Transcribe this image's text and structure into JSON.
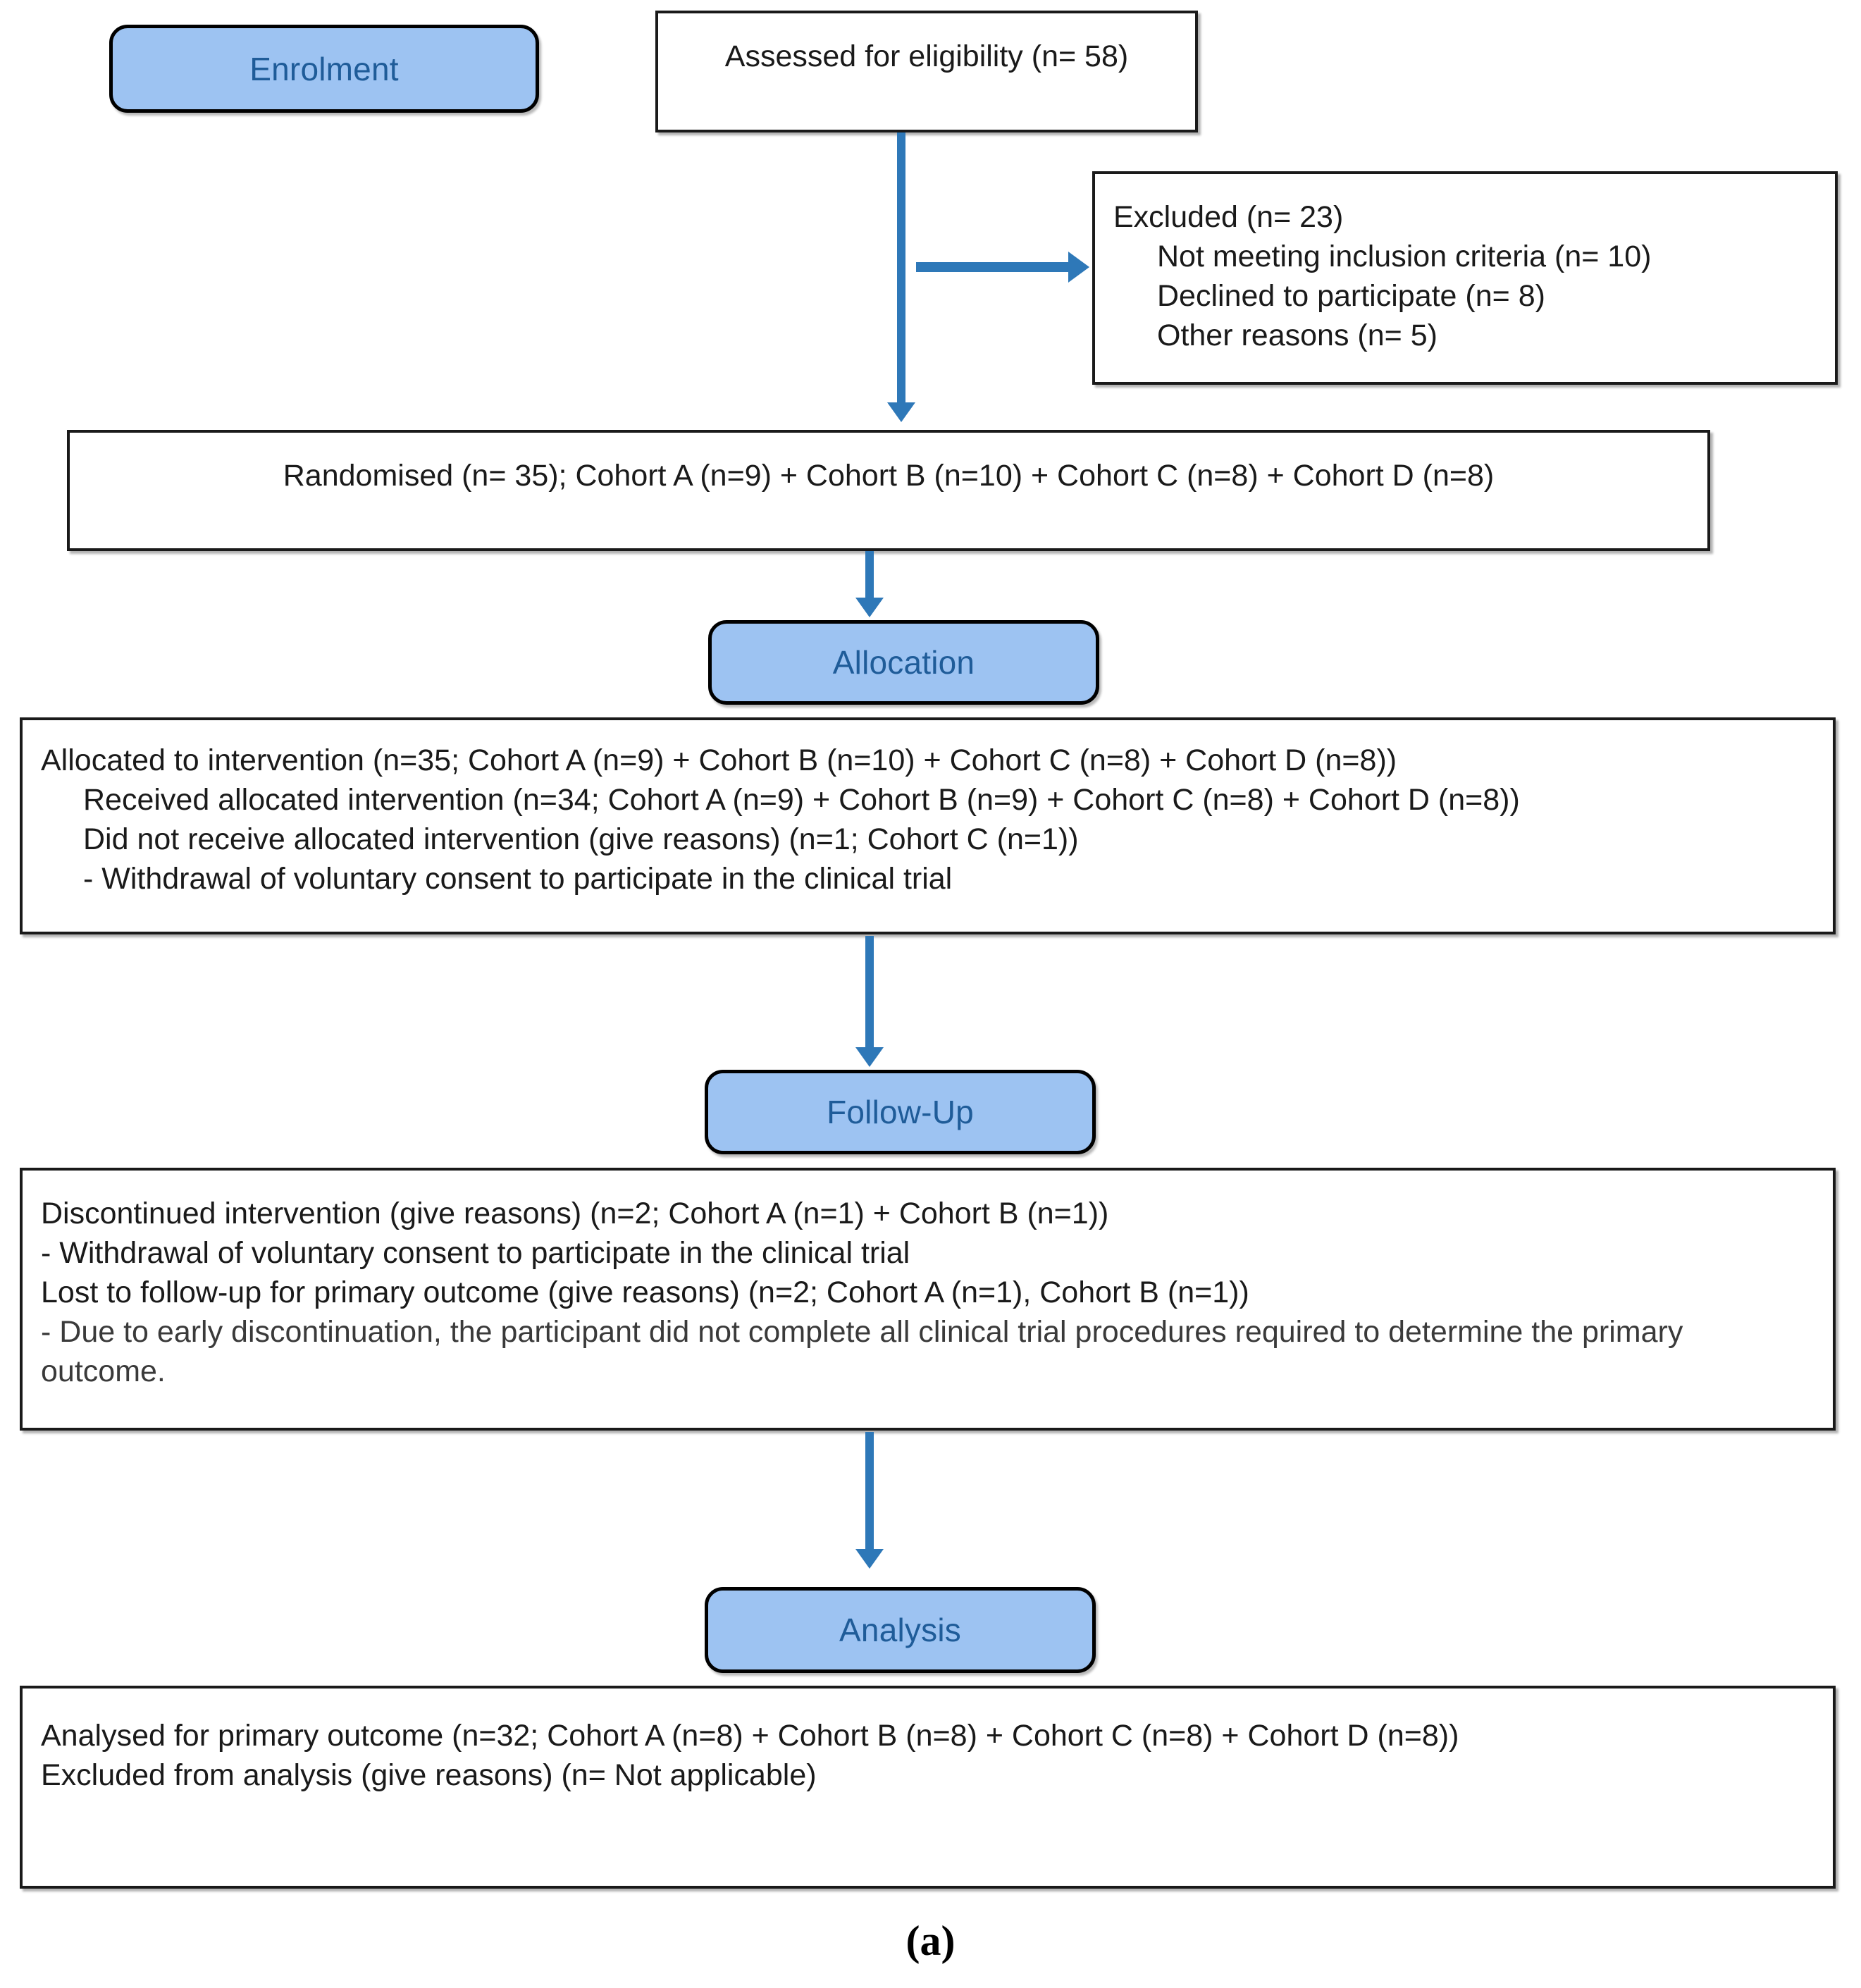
{
  "figure": {
    "caption": "(a)",
    "accent_blue": "#2E78B8",
    "badge_fill": "#9DC3F2",
    "badge_text_color": "#1F5C99",
    "box_border_color": "#1a1a1a"
  },
  "stages": {
    "enrolment": "Enrolment",
    "allocation": "Allocation",
    "followup": "Follow-Up",
    "analysis": "Analysis"
  },
  "boxes": {
    "eligibility": {
      "line1": "Assessed for eligibility (n= 58)"
    },
    "excluded": {
      "line1": "Excluded (n= 23)",
      "line2": "Not meeting inclusion criteria (n= 10)",
      "line3": "Declined to participate (n= 8)",
      "line4": "Other reasons (n= 5)"
    },
    "randomised": {
      "line1": "Randomised (n= 35); Cohort A (n=9) + Cohort B (n=10) + Cohort C (n=8) + Cohort D (n=8)"
    },
    "allocated": {
      "line1": "Allocated to intervention (n=35; Cohort A (n=9) + Cohort B (n=10) + Cohort C (n=8) + Cohort D (n=8))",
      "line2": "Received allocated intervention (n=34; Cohort A (n=9) + Cohort B (n=9) + Cohort C (n=8) + Cohort D (n=8))",
      "line3": "Did not receive allocated intervention (give reasons) (n=1; Cohort C (n=1))",
      "line4": "- Withdrawal of voluntary consent to participate in the clinical trial"
    },
    "followup_detail": {
      "line1": "Discontinued intervention (give reasons) (n=2; Cohort A (n=1) + Cohort B (n=1))",
      "line2": "- Withdrawal of voluntary consent to participate in the clinical trial",
      "line3": "Lost to follow-up for primary outcome (give reasons) (n=2; Cohort A (n=1), Cohort B (n=1))",
      "line4": "- Due to early discontinuation, the participant did not complete all clinical trial procedures required to determine the primary outcome."
    },
    "analysis_detail": {
      "line1": "Analysed for primary outcome (n=32; Cohort A (n=8) + Cohort B (n=8) + Cohort C (n=8) + Cohort D (n=8))",
      "line2": "Excluded from analysis (give reasons) (n= Not applicable)"
    }
  },
  "chart_data": {
    "type": "table",
    "title": "CONSORT participant flow diagram",
    "nodes": [
      {
        "stage": "Enrolment",
        "label": "Assessed for eligibility",
        "n": 58
      },
      {
        "stage": "Enrolment",
        "label": "Excluded",
        "n": 23
      },
      {
        "stage": "Enrolment",
        "label": "Not meeting inclusion criteria",
        "n": 10
      },
      {
        "stage": "Enrolment",
        "label": "Declined to participate",
        "n": 8
      },
      {
        "stage": "Enrolment",
        "label": "Other reasons",
        "n": 5
      },
      {
        "stage": "Enrolment",
        "label": "Randomised",
        "n": 35,
        "cohorts": {
          "A": 9,
          "B": 10,
          "C": 8,
          "D": 8
        }
      },
      {
        "stage": "Allocation",
        "label": "Allocated to intervention",
        "n": 35,
        "cohorts": {
          "A": 9,
          "B": 10,
          "C": 8,
          "D": 8
        }
      },
      {
        "stage": "Allocation",
        "label": "Received allocated intervention",
        "n": 34,
        "cohorts": {
          "A": 9,
          "B": 9,
          "C": 8,
          "D": 8
        }
      },
      {
        "stage": "Allocation",
        "label": "Did not receive allocated intervention",
        "n": 1,
        "cohorts": {
          "C": 1
        }
      },
      {
        "stage": "Follow-Up",
        "label": "Discontinued intervention",
        "n": 2,
        "cohorts": {
          "A": 1,
          "B": 1
        }
      },
      {
        "stage": "Follow-Up",
        "label": "Lost to follow-up for primary outcome",
        "n": 2,
        "cohorts": {
          "A": 1,
          "B": 1
        }
      },
      {
        "stage": "Analysis",
        "label": "Analysed for primary outcome",
        "n": 32,
        "cohorts": {
          "A": 8,
          "B": 8,
          "C": 8,
          "D": 8
        }
      },
      {
        "stage": "Analysis",
        "label": "Excluded from analysis",
        "n": "Not applicable"
      }
    ]
  }
}
